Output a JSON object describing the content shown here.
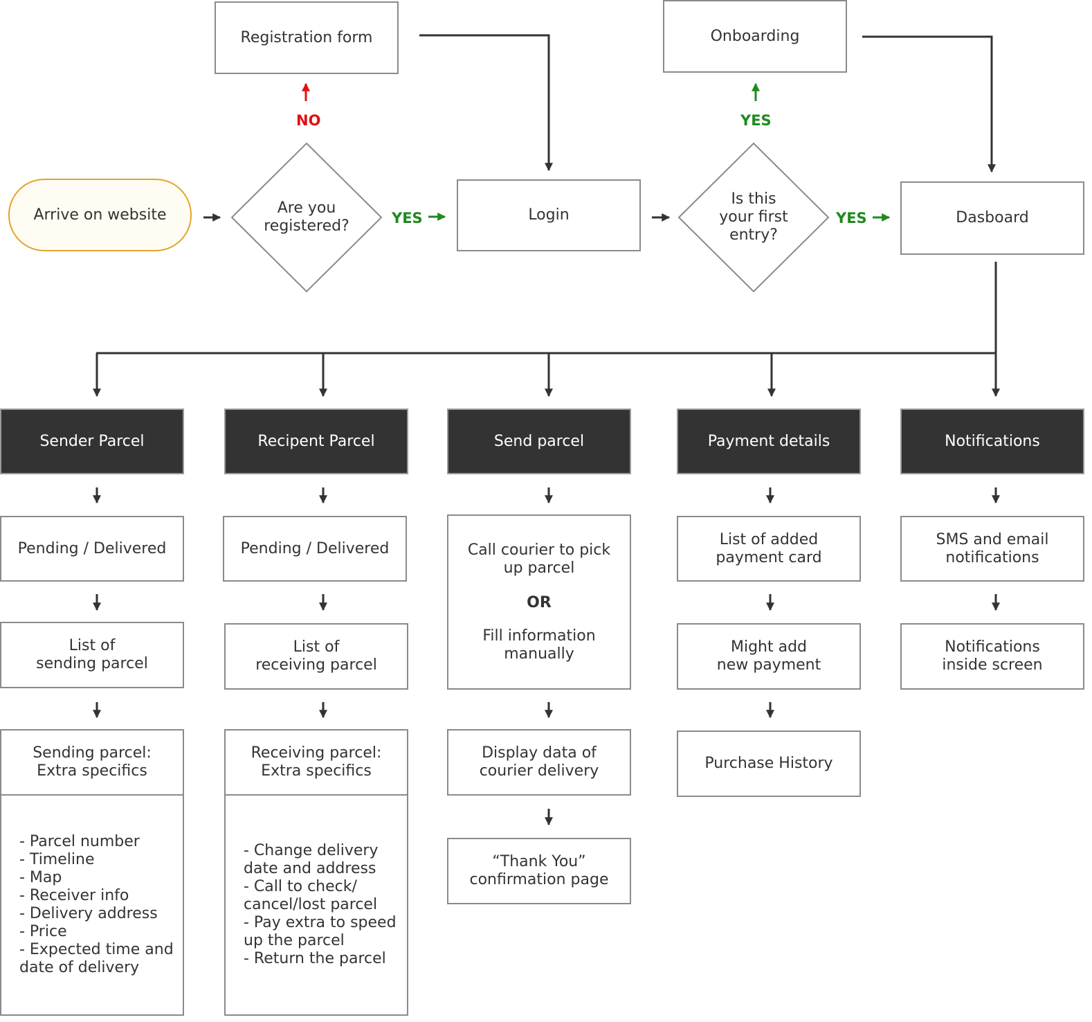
{
  "colors": {
    "line": "#333333",
    "box_border": "#8a8a8a",
    "dark_fill": "#333333",
    "start_border": "#e0a52a",
    "yes": "#1f8a1f",
    "no": "#e01010"
  },
  "nodes": {
    "arrive": "Arrive on website",
    "registered_question": "Are you\nregistered?",
    "registration_form": "Registration form",
    "login": "Login",
    "first_entry_question": "Is this\nyour first\nentry?",
    "onboarding": "Onboarding",
    "dashboard": "Dasboard"
  },
  "labels": {
    "no": "NO",
    "yes_to_login": "YES",
    "yes_to_onboarding": "YES",
    "yes_to_dashboard": "YES"
  },
  "columns": {
    "sender": {
      "title": "Sender Parcel",
      "step1": "Pending / Delivered",
      "step2": "List of\nsending parcel",
      "step3": "Sending parcel:\nExtra specifics",
      "details": "- Parcel number\n- Timeline\n- Map\n- Receiver info\n- Delivery address\n- Price\n- Expected time and\ndate of delivery"
    },
    "recipient": {
      "title": "Recipent Parcel",
      "step1": "Pending / Delivered",
      "step2": "List of\nreceiving parcel",
      "step3": "Receiving parcel:\nExtra specifics",
      "details": "- Change delivery\ndate and address\n- Call to check/\ncancel/lost parcel\n- Pay extra to speed\nup the parcel\n- Return the parcel"
    },
    "send": {
      "title": "Send parcel",
      "step1_a": "Call courier to pick\nup parcel",
      "step1_or": "OR",
      "step1_b": "Fill information\nmanually",
      "step2": "Display data of\ncourier delivery",
      "step3": "“Thank You”\nconfirmation page"
    },
    "payment": {
      "title": "Payment details",
      "step1": "List of added\npayment card",
      "step2": "Might add\nnew payment",
      "step3": "Purchase History"
    },
    "notifications": {
      "title": "Notifications",
      "step1": "SMS and email\nnotifications",
      "step2": "Notifications\ninside screen"
    }
  }
}
